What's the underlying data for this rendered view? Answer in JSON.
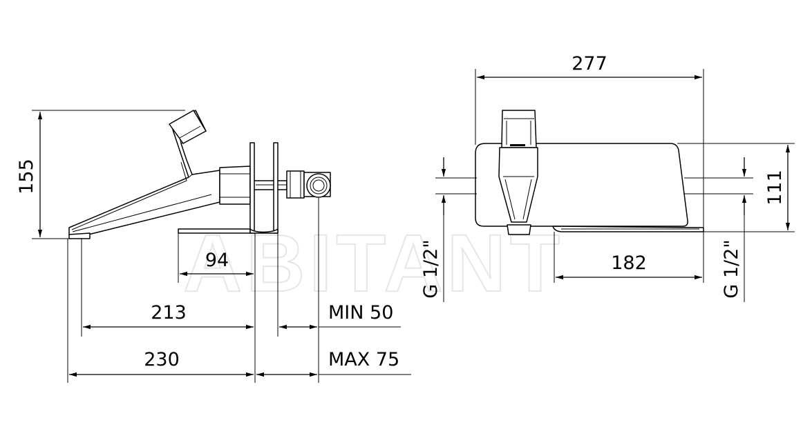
{
  "watermark": "ABITANT",
  "side_view": {
    "height_dim": "155",
    "offset_dim": "94",
    "spout_dim": "213",
    "total_dim": "230",
    "min_label": "MIN 50",
    "max_label": "MAX 75"
  },
  "front_view": {
    "width_dim": "277",
    "plate_dim": "182",
    "height_dim": "111",
    "thread_left": "G 1/2\"",
    "thread_right": "G 1/2\""
  }
}
